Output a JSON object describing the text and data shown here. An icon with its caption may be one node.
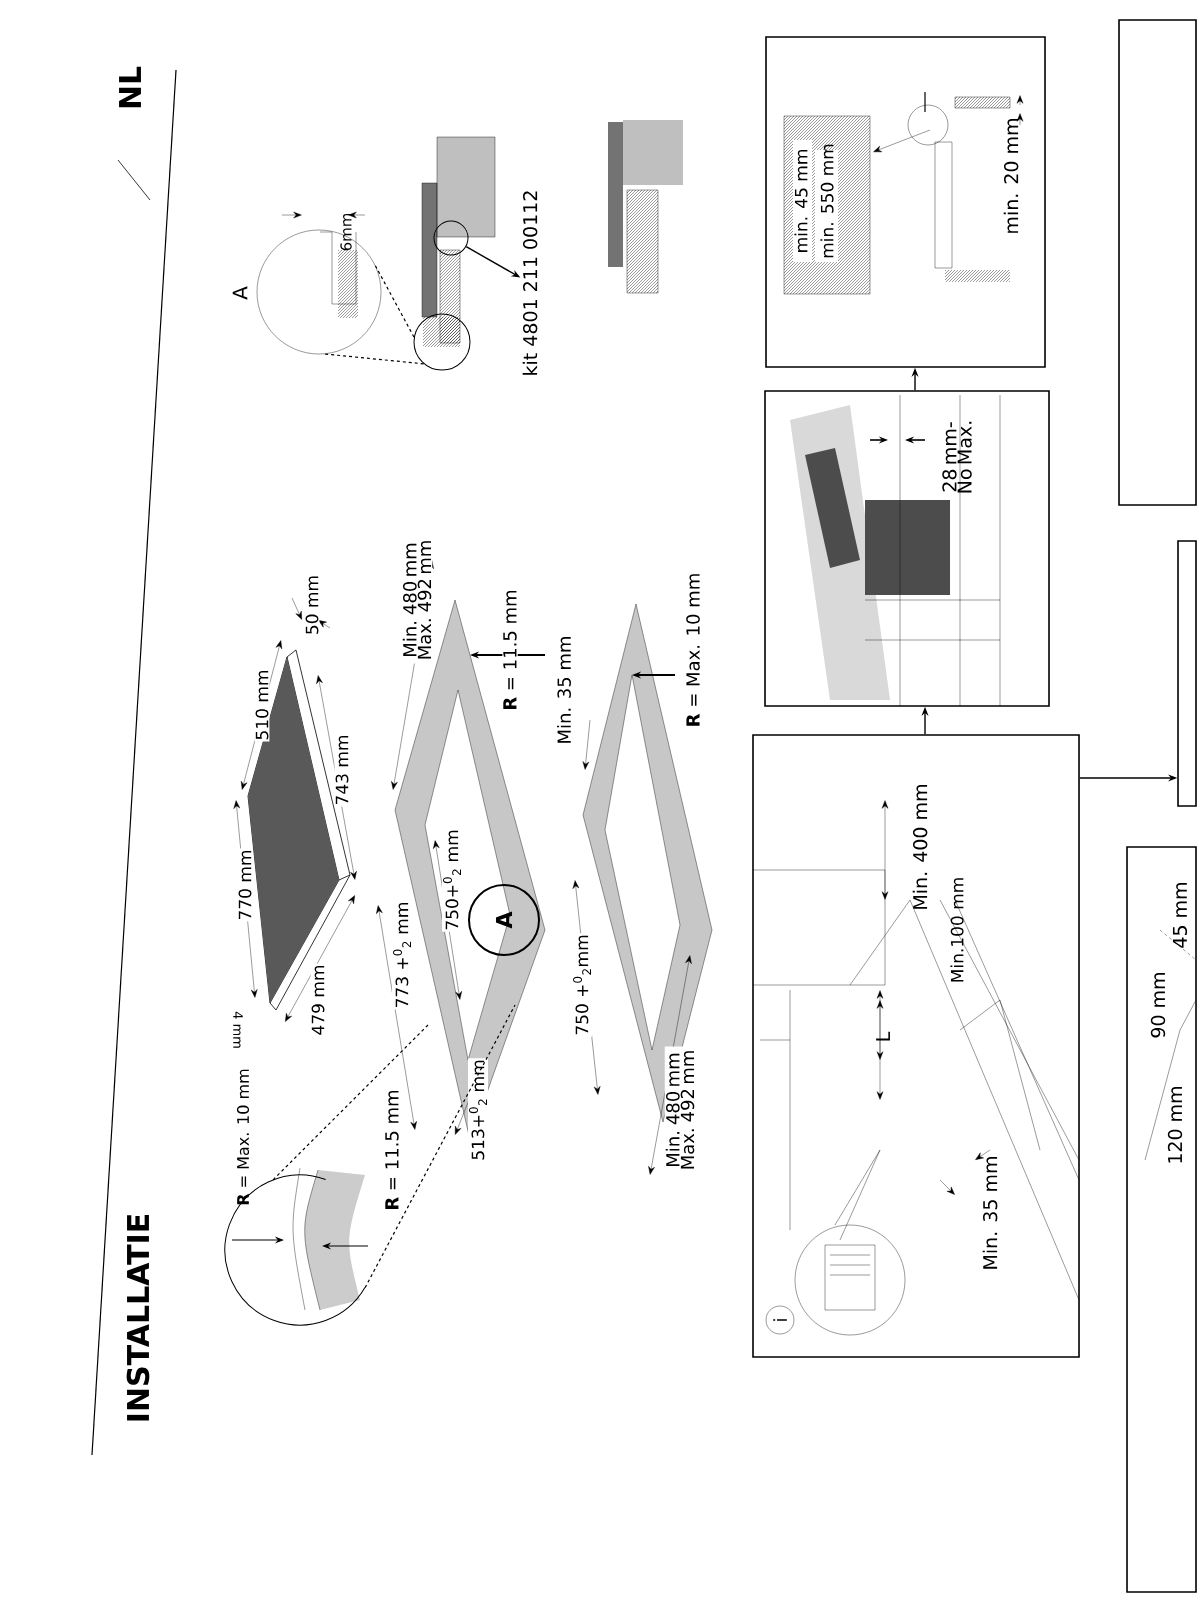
{
  "diagram": {
    "title": "INSTALLATIE",
    "nodes": [
      {
        "text": [
          "min. 45 mm",
          "min. 550 mm",
          "min. 20 mm"
        ]
      },
      {
        "text": [
          "28 mm- No Max."
        ]
      },
      {
        "text": [
          "i",
          "Min. 400 mm",
          "Min.100 mm",
          "L",
          "Min. 35 mm"
        ]
      },
      {
        "text": [],
        "shape": "box"
      },
      {
        "text": [],
        "shape": "box"
      },
      {
        "text": [
          "45 mm",
          "90 mm",
          "120 mm"
        ]
      },
      {
        "text": [
          "kit 4801 211 00112"
        ]
      },
      {
        "text": [],
        "shape": "circle"
      },
      {
        "text": [
          "A"
        ]
      },
      {
        "text": [
          "A",
          "6mm"
        ]
      },
      {
        "text": [],
        "shape": "circle"
      },
      {
        "text": [
          "**R** = Max. 10 mm",
          "**R** = 11.5 mm"
        ]
      }
    ],
    "edges": [
      {
        "from": 2,
        "to": 1,
        "arrow": "to"
      },
      {
        "from": 1,
        "to": 0,
        "arrow": "to"
      },
      {
        "from": 2,
        "to": 4,
        "arrow": "to"
      },
      {
        "from": 7,
        "to": 6,
        "arrow": "to"
      },
      {
        "from": 10,
        "to": 9,
        "arrow": "none",
        "style": "dashed"
      },
      {
        "from": 10,
        "to": 9,
        "arrow": "none",
        "style": "dashed"
      },
      {
        "from": 11,
        "to": null,
        "arrow": "none",
        "style": "dashed"
      },
      {
        "from": 11,
        "to": null,
        "arrow": "none",
        "style": "dashed"
      }
    ],
    "labels": [
      "NL",
      "770 mm",
      "510 mm",
      "50 mm",
      "743 mm",
      "479 mm",
      "4 mm",
      "Min. 480 mm Max. 492 mm",
      "**R** = 11.5 mm",
      "773 +$^{0}$$_{2}$ mm",
      "750+$^{0}$$_{2}$ mm",
      "513+$^{0}$$_{2}$ mm",
      "Min. 35 mm",
      "**R** = Max. 10 mm",
      "750 +$^{0}$$_{2}$mm",
      "Min. 480 mm Max. 492 mm"
    ]
  }
}
